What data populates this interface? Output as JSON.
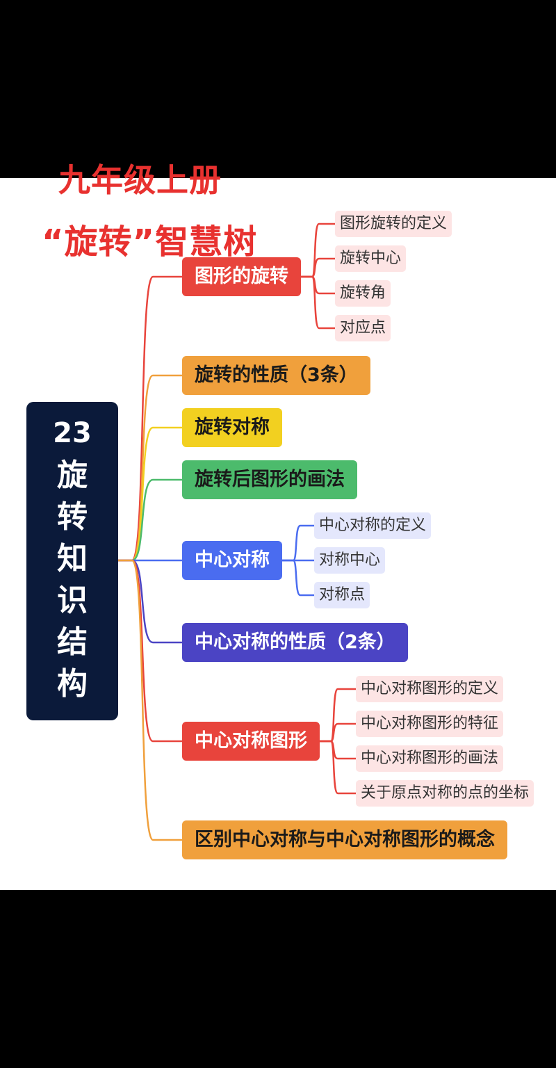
{
  "title": {
    "line1": "九年级上册",
    "line2": "“旋转”智慧树"
  },
  "root": {
    "number": "23",
    "chars": [
      "旋",
      "转",
      "知",
      "识",
      "结",
      "构"
    ]
  },
  "branches": [
    {
      "label": "图形的旋转",
      "color": "#e8443c",
      "text_color": "#ffffff",
      "leaves": [
        "图形旋转的定义",
        "旋转中心",
        "旋转角",
        "对应点"
      ]
    },
    {
      "label": "旋转的性质（3条）",
      "color": "#f0a03c",
      "text_color": "#1a1a1a",
      "leaves": []
    },
    {
      "label": "旋转对称",
      "color": "#f2d020",
      "text_color": "#1a1a1a",
      "leaves": []
    },
    {
      "label": "旋转后图形的画法",
      "color": "#4cbb6c",
      "text_color": "#1a1a1a",
      "leaves": []
    },
    {
      "label": "中心对称",
      "color": "#4a6cf0",
      "text_color": "#ffffff",
      "leaves": [
        "中心对称的定义",
        "对称中心",
        "对称点"
      ]
    },
    {
      "label": "中心对称的性质（2条）",
      "color": "#4b44c4",
      "text_color": "#ffffff",
      "leaves": []
    },
    {
      "label": "中心对称图形",
      "color": "#e8443c",
      "text_color": "#ffffff",
      "leaves": [
        "中心对称图形的定义",
        "中心对称图形的特征",
        "中心对称图形的画法",
        "关于原点对称的点的坐标"
      ]
    },
    {
      "label": "区别中心对称与中心对称图形的概念",
      "color": "#f0a03c",
      "text_color": "#1a1a1a",
      "leaves": []
    }
  ]
}
